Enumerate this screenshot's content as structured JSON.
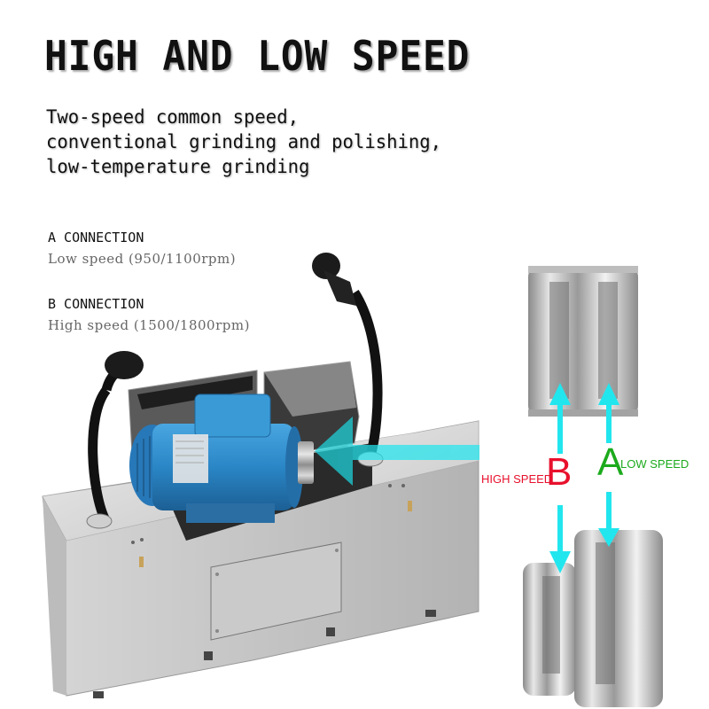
{
  "header": {
    "title": "HIGH AND LOW SPEED"
  },
  "intro": {
    "lines": [
      "Two-speed common speed,",
      "conventional grinding and polishing,",
      "low-temperature grinding"
    ]
  },
  "connections": [
    {
      "heading": "A CONNECTION",
      "detail": "Low speed (950/1100rpm)"
    },
    {
      "heading": "B CONNECTION",
      "detail": "High speed (1500/1800rpm)"
    }
  ],
  "diagram": {
    "high_speed_label": "HIGH SPEED",
    "b_letter": "B",
    "a_letter": "A",
    "low_speed_label": "LOW SPEED",
    "colors": {
      "arrow": "#22e6ee",
      "high": "#e8102c",
      "low": "#1caa1c",
      "motor": "#2f8fd0",
      "steel": "#c9c9c9"
    }
  }
}
